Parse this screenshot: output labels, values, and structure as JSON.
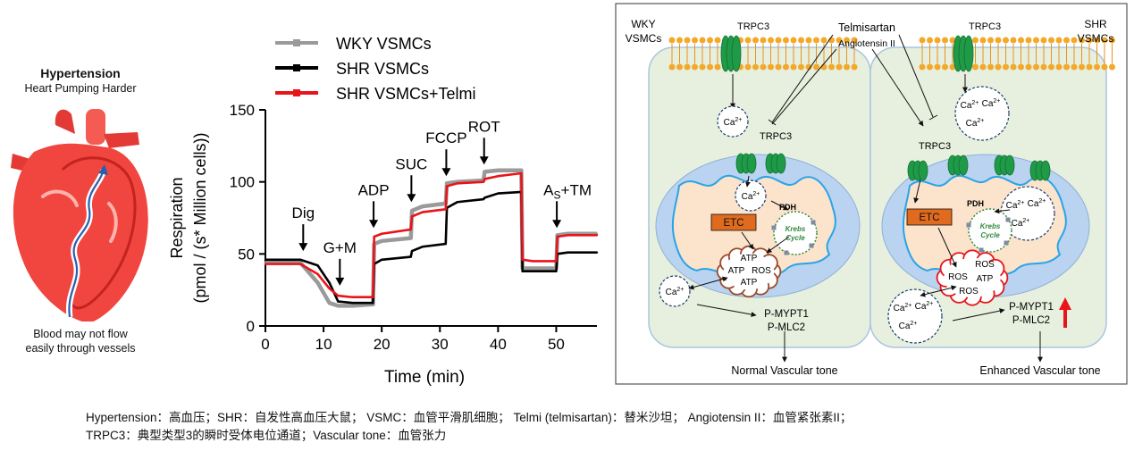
{
  "heart_panel": {
    "title": "Hypertension",
    "subtitle": "Heart Pumping Harder",
    "note": "Blood may not flow\neasily through vessels"
  },
  "chart_data": {
    "type": "line",
    "xlabel": "Time (min)",
    "ylabel": "Respiration\n(pmol / (s* Million cells))",
    "xlim": [
      0,
      57
    ],
    "ylim": [
      0,
      150
    ],
    "x_ticks": [
      0,
      10,
      20,
      30,
      40,
      50
    ],
    "y_ticks": [
      0,
      50,
      100,
      150
    ],
    "legend_position": "top-left",
    "series": [
      {
        "name": "WKY VSMCs",
        "color": "#9a9a9a",
        "x": [
          0,
          6,
          9,
          11,
          12.5,
          15,
          18.5,
          18.7,
          20,
          25,
          25.2,
          27,
          31,
          31.2,
          33,
          37.5,
          37.7,
          40,
          44,
          44.2,
          46,
          50,
          50.2,
          52,
          57
        ],
        "y": [
          44,
          44,
          30,
          16,
          14,
          14,
          15,
          57,
          59,
          61,
          80,
          83,
          85,
          99,
          100,
          101,
          107,
          108,
          108,
          40,
          40,
          40,
          63,
          64,
          64
        ]
      },
      {
        "name": "SHR VSMCs",
        "color": "#000000",
        "x": [
          0,
          6,
          9,
          11,
          12.5,
          15,
          18.5,
          18.7,
          20,
          25,
          25.2,
          27,
          31,
          31.2,
          33,
          37.5,
          37.7,
          40,
          44,
          44.2,
          46,
          50,
          50.2,
          52,
          57
        ],
        "y": [
          46,
          46,
          42,
          30,
          17,
          16,
          16,
          43,
          46,
          48,
          52,
          55,
          57,
          82,
          86,
          88,
          89,
          92,
          93,
          38,
          38,
          38,
          50,
          51,
          51
        ]
      },
      {
        "name": "SHR VSMCs+Telmi",
        "color": "#e8141a",
        "x": [
          0,
          6,
          9,
          11,
          12.5,
          15,
          18.5,
          18.7,
          20,
          25,
          25.2,
          27,
          31,
          31.2,
          33,
          37.5,
          37.7,
          40,
          44,
          44.2,
          46,
          50,
          50.2,
          52,
          57
        ],
        "y": [
          43,
          43,
          36,
          26,
          21,
          20,
          20,
          62,
          64,
          67,
          76,
          79,
          81,
          97,
          99,
          100,
          102,
          104,
          106,
          46,
          45,
          45,
          62,
          63,
          63
        ]
      }
    ],
    "annotations": [
      {
        "label": "Dig",
        "x": 6.5,
        "y": 52,
        "sub": ""
      },
      {
        "label": "G+M",
        "x": 12.8,
        "y": 28,
        "sub": ""
      },
      {
        "label": "ADP",
        "x": 18.6,
        "y": 68,
        "sub": ""
      },
      {
        "label": "SUC",
        "x": 25.1,
        "y": 86,
        "sub": ""
      },
      {
        "label": "FCCP",
        "x": 31.1,
        "y": 104,
        "sub": ""
      },
      {
        "label": "ROT",
        "x": 37.6,
        "y": 112,
        "sub": ""
      },
      {
        "label": "A",
        "sub": "S",
        "tail": "+TM",
        "x": 50.1,
        "y": 68
      }
    ]
  },
  "diagram": {
    "left_cell": "WKY\nVSMCs",
    "right_cell": "SHR\nVSMCs",
    "trpc3": "TRPC3",
    "telmisartan": "Telmisartan",
    "angiotensin": "Angiotensin II",
    "ca_label": "Ca",
    "ca_sup": "2+",
    "etc": "ETC",
    "krebs": "Krebs\nCycle",
    "pdh": "PDH",
    "atp": "ATP",
    "ros": "ROS",
    "p_mypt1": "P-MYPT1",
    "p_mlc2": "P-MLC2",
    "normal_tone": "Normal Vascular tone",
    "enhanced_tone": "Enhanced Vascular tone",
    "colors": {
      "cell": "#e7efde",
      "mito": "#b9d3f0",
      "etc": "#e06a1e",
      "trpc3": "#1f9a47",
      "ros": "#e8141a"
    }
  },
  "footnote": {
    "line1": "Hypertension：高血压；SHR：自发性高血压大鼠；  VSMC：血管平滑肌细胞；  Telmi (telmisartan)：替米沙坦；  Angiotensin II：血管紧张素II；",
    "line2": "TRPC3：典型类型3的瞬时受体电位通道；Vascular tone：血管张力"
  }
}
